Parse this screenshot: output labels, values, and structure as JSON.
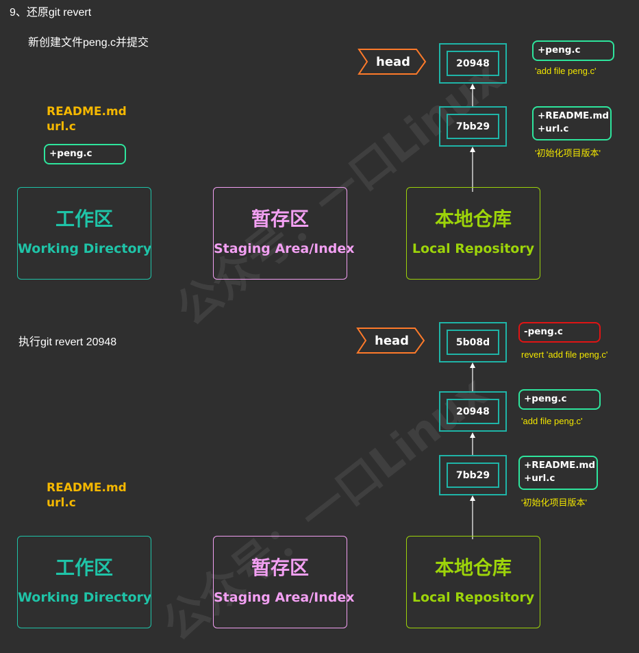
{
  "title": "9、还原git revert",
  "watermark": "公众号：一口Linux",
  "colors": {
    "background": "#2f2f2f",
    "working": "#1fc4a8",
    "staging": "#f3a0f3",
    "local": "#9dd40a",
    "commit_border": "#1fb5a8",
    "head_border": "#ff7a2a",
    "pill_green": "#2ee59d",
    "pill_red": "#e01414",
    "files_text": "#f5b800",
    "note_text": "#f2e600"
  },
  "areas": {
    "working": {
      "cn": "工作区",
      "en": "Working Directory"
    },
    "staging": {
      "cn": "暂存区",
      "en": "Staging Area/Index"
    },
    "local": {
      "cn": "本地仓库",
      "en": "Local Repository"
    }
  },
  "head_label": "head",
  "top": {
    "caption": "新创建文件peng.c并提交",
    "files": [
      "README.md",
      "url.c"
    ],
    "new_file_pill": "+peng.c",
    "commits": [
      {
        "hash": "20948",
        "changes": [
          "+peng.c"
        ],
        "message": "'add file peng.c'",
        "pill_color": "green"
      },
      {
        "hash": "7bb29",
        "changes": [
          "+README.md",
          "+url.c"
        ],
        "message": "'初始化项目版本'",
        "pill_color": "green"
      }
    ]
  },
  "bottom": {
    "caption": "执行git revert 20948",
    "files": [
      "README.md",
      "url.c"
    ],
    "commits": [
      {
        "hash": "5b08d",
        "changes": [
          "-peng.c"
        ],
        "message": "revert 'add file peng.c'",
        "pill_color": "red"
      },
      {
        "hash": "20948",
        "changes": [
          "+peng.c"
        ],
        "message": "'add file peng.c'",
        "pill_color": "green"
      },
      {
        "hash": "7bb29",
        "changes": [
          "+README.md",
          "+url.c"
        ],
        "message": "'初始化项目版本'",
        "pill_color": "green"
      }
    ]
  }
}
